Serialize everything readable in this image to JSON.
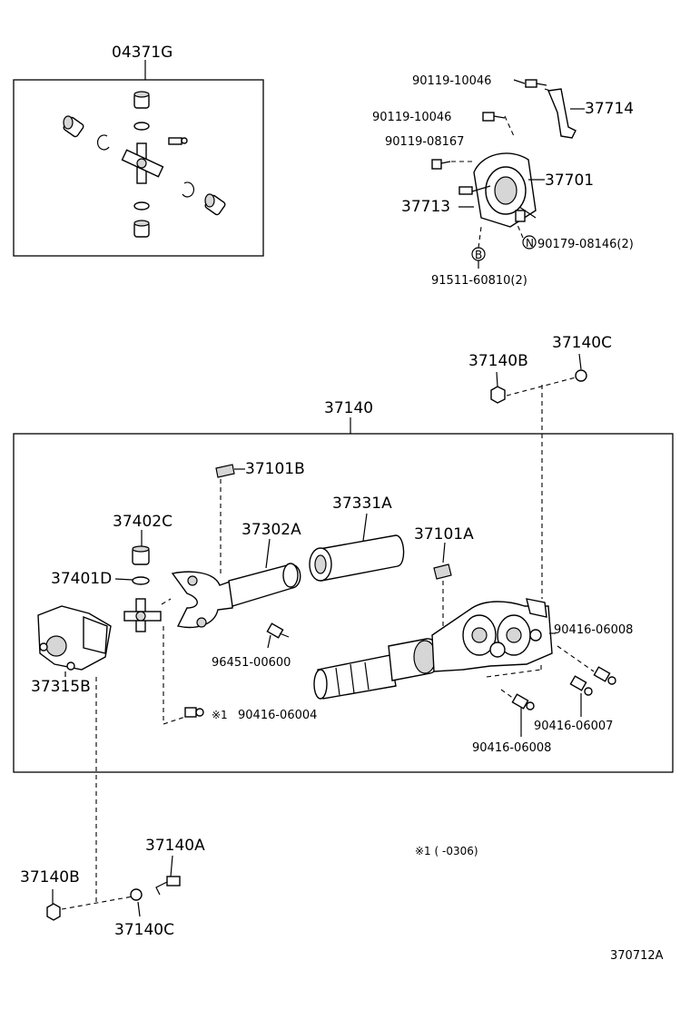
{
  "labels": {
    "p04371G": "04371G",
    "p90119_10046_a": "90119-10046",
    "p90119_10046_b": "90119-10046",
    "p37714": "37714",
    "p90119_08167": "90119-08167",
    "p37701": "37701",
    "p37713": "37713",
    "p90179_08146": "90179-08146(2)",
    "p91511_60810": "91511-60810(2)",
    "p37140C_top": "37140C",
    "p37140B_top": "37140B",
    "p37140": "37140",
    "p37101B": "37101B",
    "p37331A": "37331A",
    "p37402C": "37402C",
    "p37302A": "37302A",
    "p37101A": "37101A",
    "p37401D": "37401D",
    "p90416_06008_a": "90416-06008",
    "p96451_00600": "96451-00600",
    "p37315B": "37315B",
    "p90416_06004": "90416-06004",
    "p90416_06007": "90416-06007",
    "p90416_06008_b": "90416-06008",
    "p37140A": "37140A",
    "p37140B_bot": "37140B",
    "p37140C_bot": "37140C"
  },
  "markers": {
    "note1": "※1",
    "circle_n": "N",
    "circle_b": "B"
  },
  "footnote": "※1 (      -0306)",
  "figure_code": "370712A"
}
